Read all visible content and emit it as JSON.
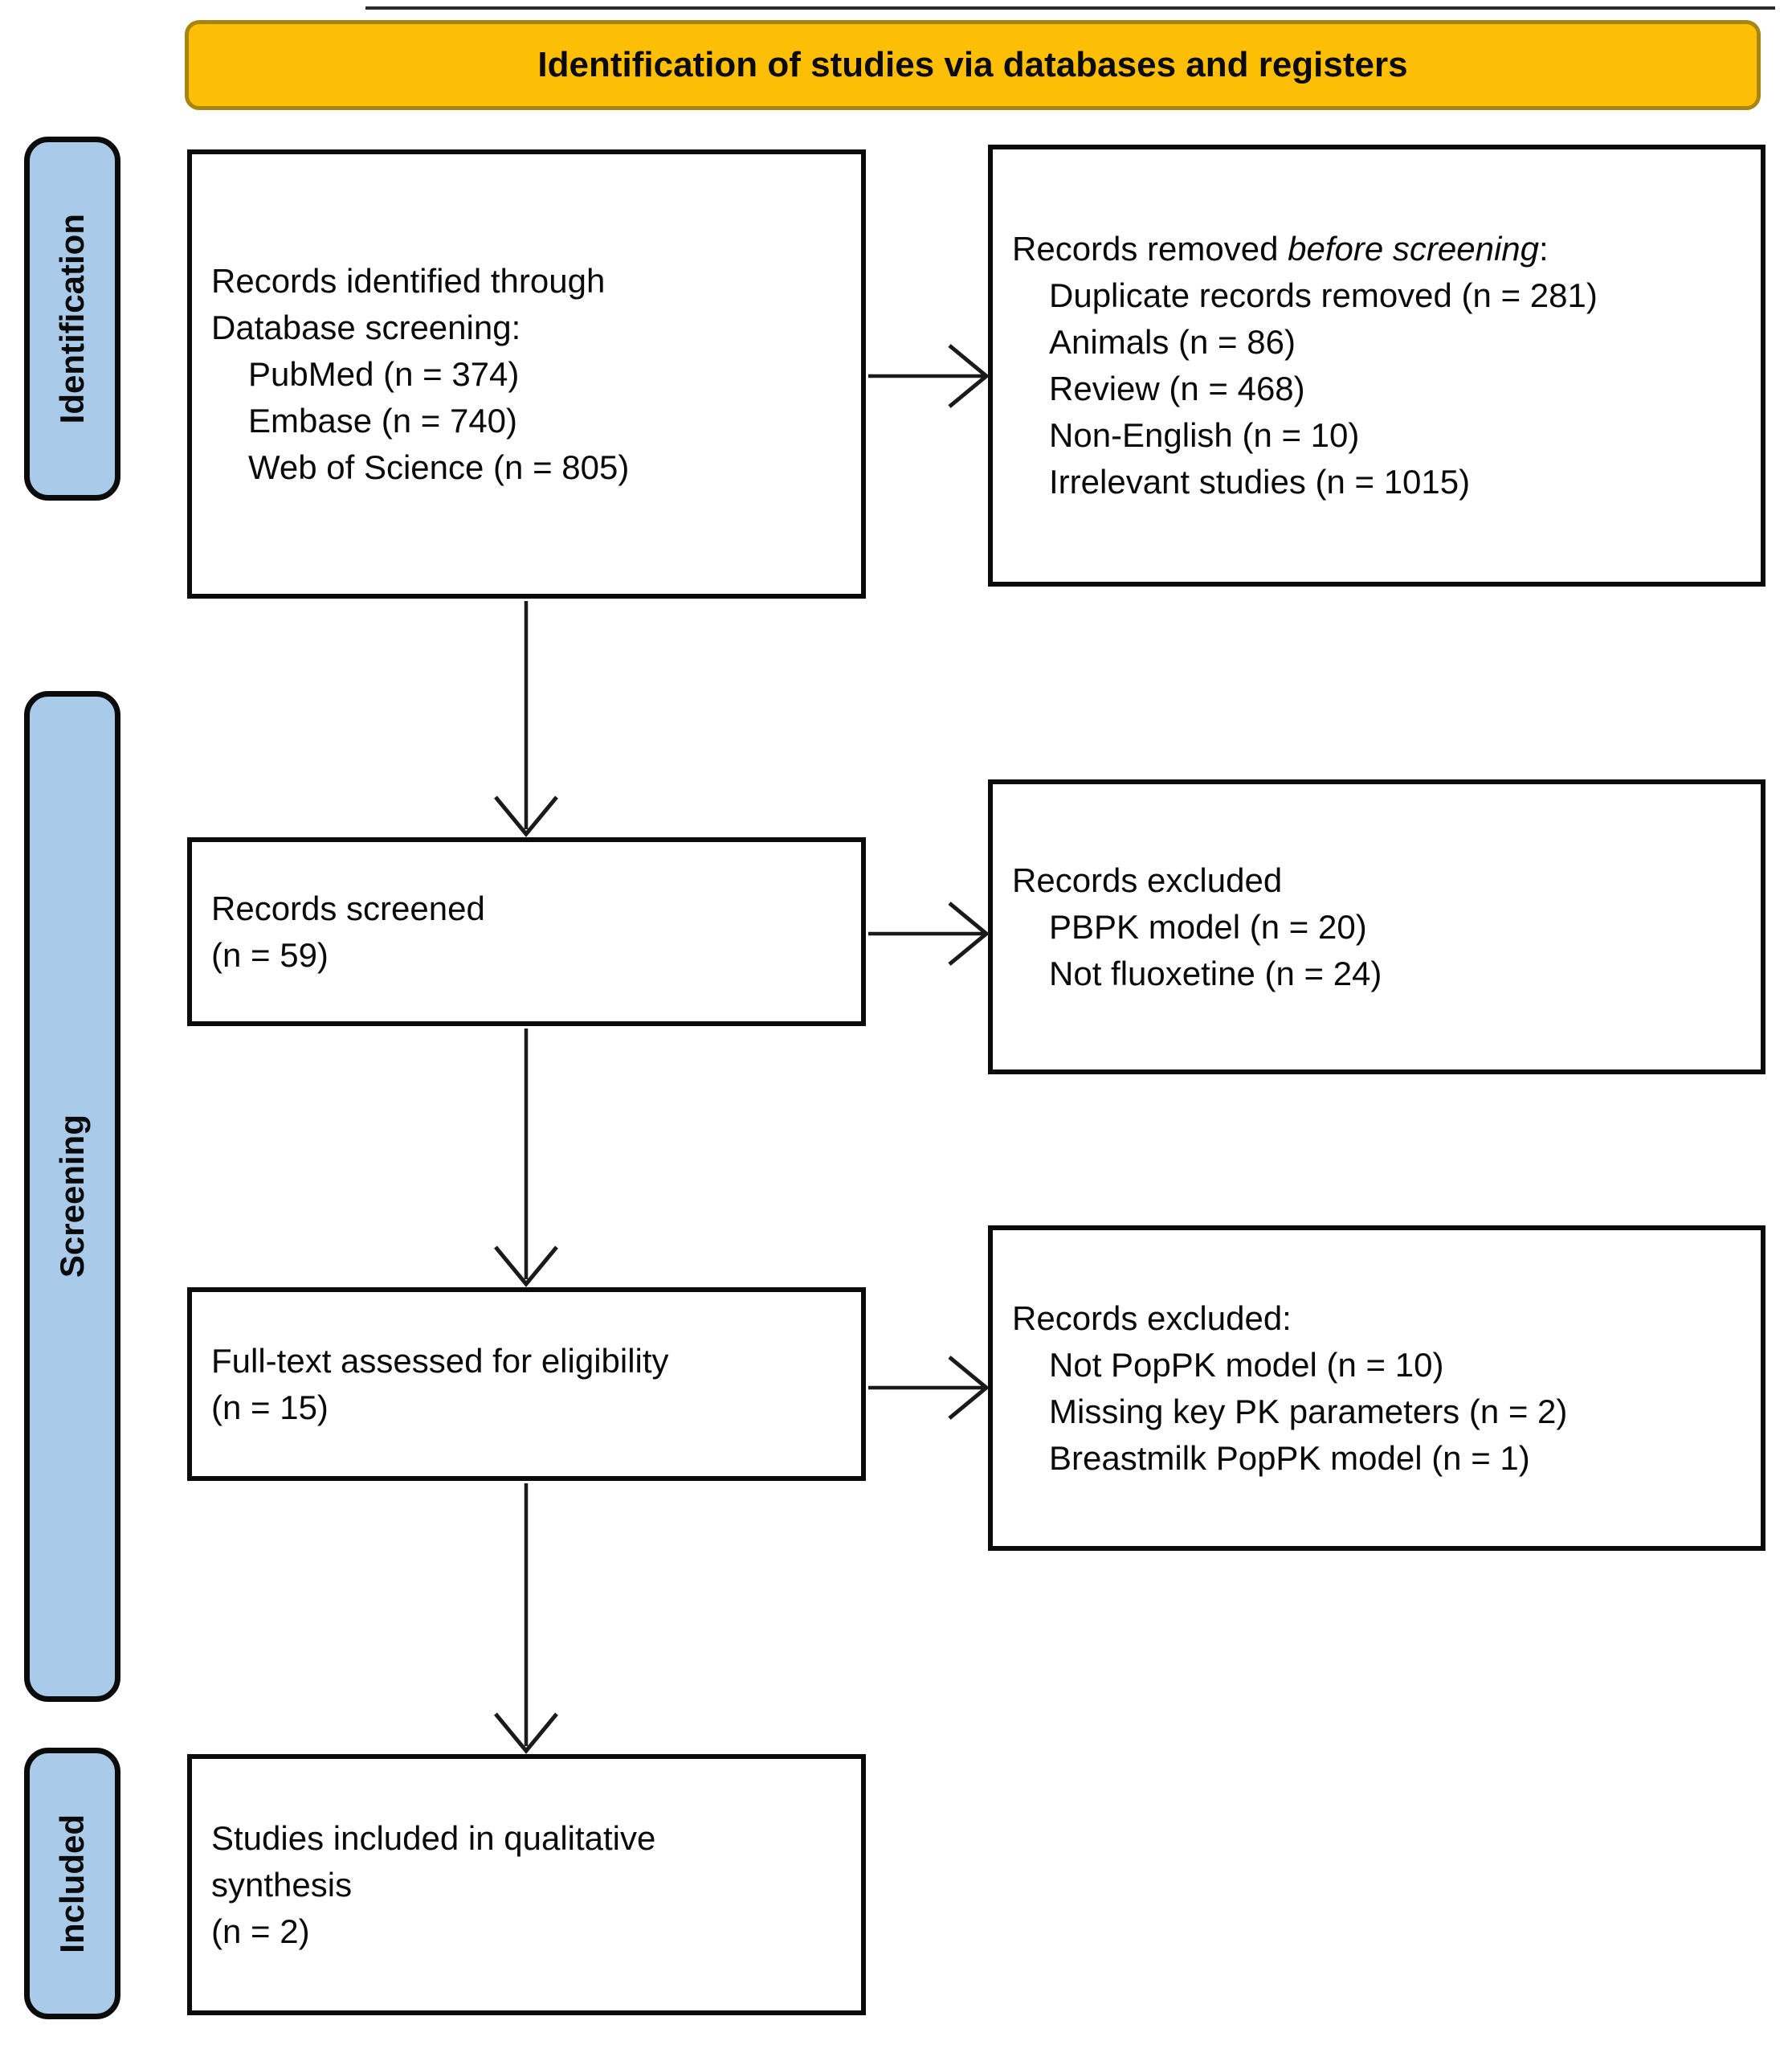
{
  "header": {
    "title": "Identification of studies via databases and registers"
  },
  "sidebar": {
    "identification_label": "Identification",
    "screening_label": "Screening",
    "included_label": "Included"
  },
  "boxes": {
    "records_identified": {
      "lines": [
        "Records identified through",
        "Database screening:"
      ],
      "items": [
        "PubMed (n = 374)",
        "Embase (n = 740)",
        "Web of Science (n = 805)"
      ]
    },
    "records_removed": {
      "title_prefix": "Records removed ",
      "title_italic": "before screening",
      "title_suffix": ":",
      "items": [
        "Duplicate records removed (n = 281)",
        "Animals (n = 86)",
        "Review (n = 468)",
        "Non-English (n = 10)",
        "Irrelevant studies (n = 1015)"
      ]
    },
    "records_screened": {
      "lines": [
        "Records screened",
        "(n = 59)"
      ]
    },
    "records_excluded_1": {
      "title": "Records excluded",
      "items": [
        "PBPK model (n = 20)",
        "Not fluoxetine (n = 24)"
      ]
    },
    "full_text": {
      "lines": [
        "Full-text assessed for eligibility",
        "(n = 15)"
      ]
    },
    "records_excluded_2": {
      "title": "Records excluded:",
      "items": [
        "Not PopPK model (n = 10)",
        "Missing key PK parameters (n = 2)",
        "Breastmilk PopPK model (n = 1)"
      ]
    },
    "studies_included": {
      "lines": [
        "Studies included in qualitative synthesis",
        "(n = 2)"
      ]
    }
  },
  "colors": {
    "header_fill": "#FCBF05",
    "header_border": "#A8860D",
    "sidebar_fill": "#A9CAE9",
    "box_border": "#0B0B0B",
    "text": "#0A0A0A"
  }
}
